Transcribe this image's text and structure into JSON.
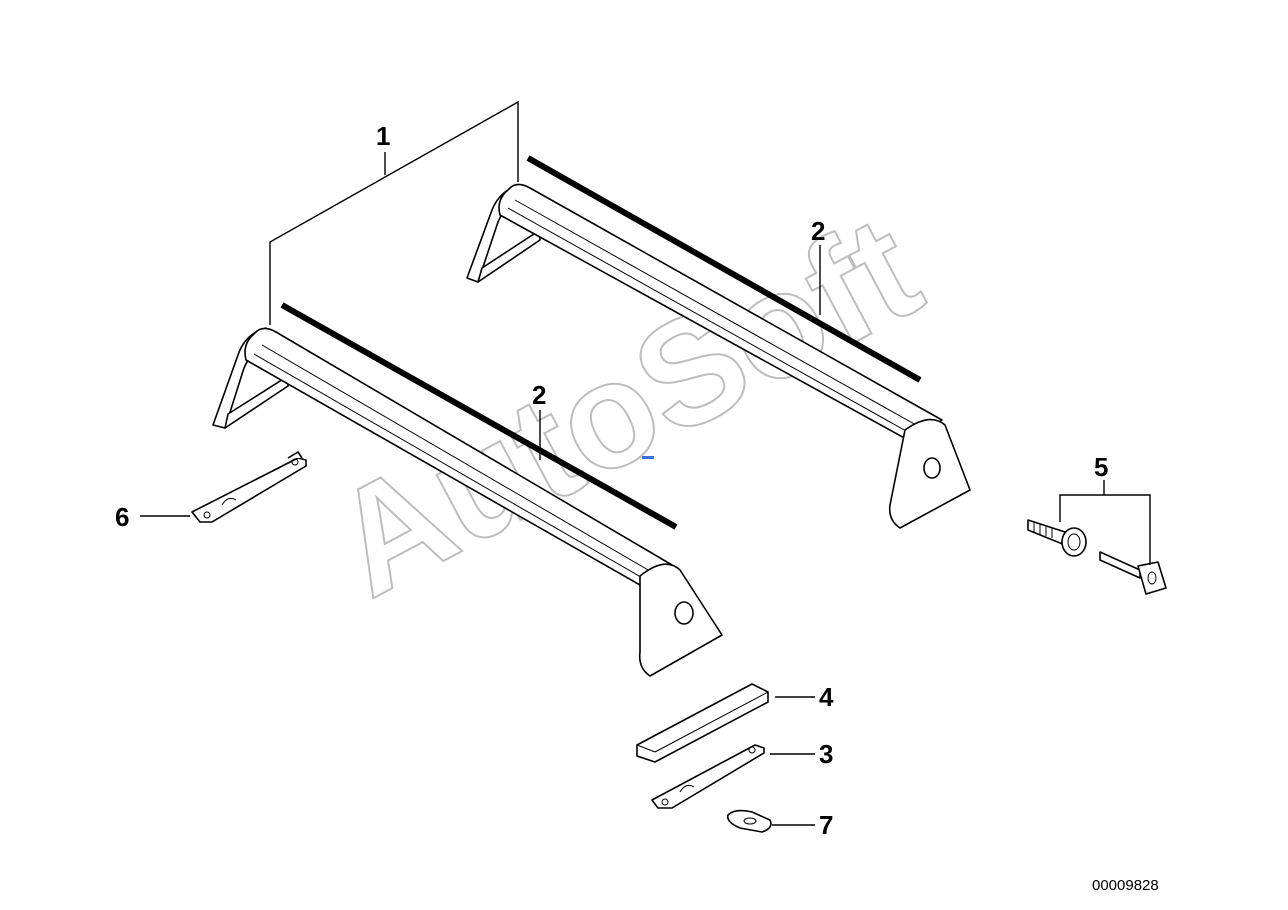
{
  "callouts": {
    "c1": "1",
    "c2a": "2",
    "c2b": "2",
    "c3": "3",
    "c4": "4",
    "c5": "5",
    "c6": "6",
    "c7": "7"
  },
  "document_number": "00009828",
  "watermark": "AutoSoft",
  "colors": {
    "line": "#000000",
    "watermark": "#bdbdbd",
    "background": "#ffffff"
  }
}
